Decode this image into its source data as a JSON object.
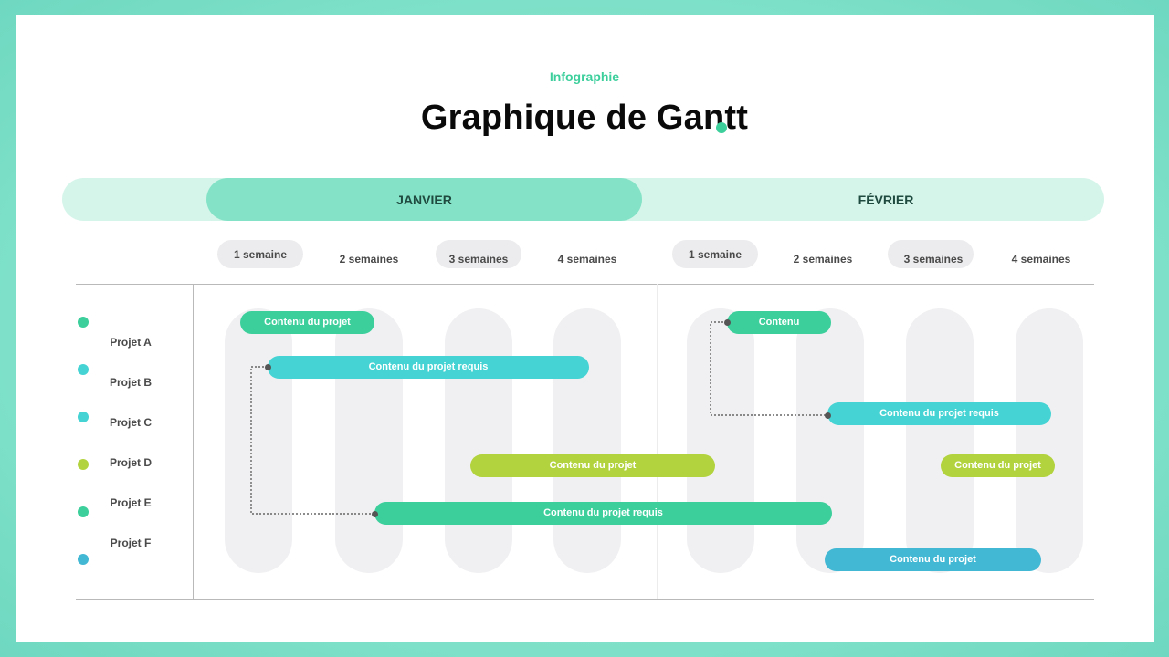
{
  "header": {
    "subtitle": "Infographie",
    "title": "Graphique de Gantt"
  },
  "months": [
    {
      "label": "JANVIER",
      "highlighted": true
    },
    {
      "label": "FÉVRIER",
      "highlighted": false
    }
  ],
  "weeks": [
    {
      "label": "1 semaine",
      "pill": true
    },
    {
      "label": "2 semaines",
      "pill": false
    },
    {
      "label": "3 semaines",
      "pill": true
    },
    {
      "label": "4 semaines",
      "pill": false
    },
    {
      "label": "1 semaine",
      "pill": true
    },
    {
      "label": "2 semaines",
      "pill": false
    },
    {
      "label": "3 semaines",
      "pill": true
    },
    {
      "label": "4 semaines",
      "pill": false
    }
  ],
  "projects": [
    {
      "label": "Projet A",
      "color": "#3ccf9c"
    },
    {
      "label": "Projet B",
      "color": "#45d3d3"
    },
    {
      "label": "Projet C",
      "color": "#45d3d3"
    },
    {
      "label": "Projet D",
      "color": "#b3d33e"
    },
    {
      "label": "Projet E",
      "color": "#3ccf9c"
    },
    {
      "label": "Projet F",
      "color": "#42b8d4"
    }
  ],
  "tasks": [
    {
      "label": "Contenu du projet",
      "color": "#3ccf9c"
    },
    {
      "label": "Contenu du projet requis",
      "color": "#45d3d3"
    },
    {
      "label": "Contenu du projet",
      "color": "#b3d33e"
    },
    {
      "label": "Contenu du projet requis",
      "color": "#3ccf9c"
    },
    {
      "label": "Contenu",
      "color": "#3ccf9c"
    },
    {
      "label": "Contenu du projet requis",
      "color": "#45d3d3"
    },
    {
      "label": "Contenu du projet",
      "color": "#b3d33e"
    },
    {
      "label": "Contenu du projet",
      "color": "#42b8d4"
    }
  ],
  "colors": {
    "accent": "#3ccf9c",
    "month_active": "#84e3c6",
    "month_track": "#d5f5ea"
  }
}
